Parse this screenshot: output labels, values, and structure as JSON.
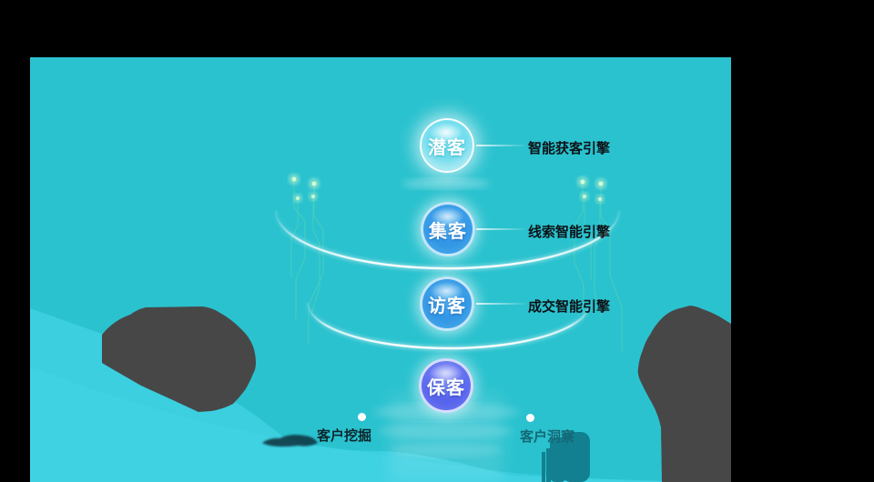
{
  "page": {
    "background": "#000000",
    "panel_color": "#2ac2cf",
    "wave_color": "#3bcfe0",
    "blob_color": "#474747"
  },
  "funnel": {
    "stages": [
      {
        "name": "潜客",
        "engine": "智能获客引擎",
        "theme": "cyan"
      },
      {
        "name": "集客",
        "engine": "线索智能引擎",
        "theme": "blue"
      },
      {
        "name": "访客",
        "engine": "成交智能引擎",
        "theme": "blue"
      },
      {
        "name": "保客",
        "engine": "",
        "theme": "indigo"
      }
    ]
  },
  "footer": {
    "left_label": "客户挖掘",
    "right_label": "客户洞察"
  }
}
